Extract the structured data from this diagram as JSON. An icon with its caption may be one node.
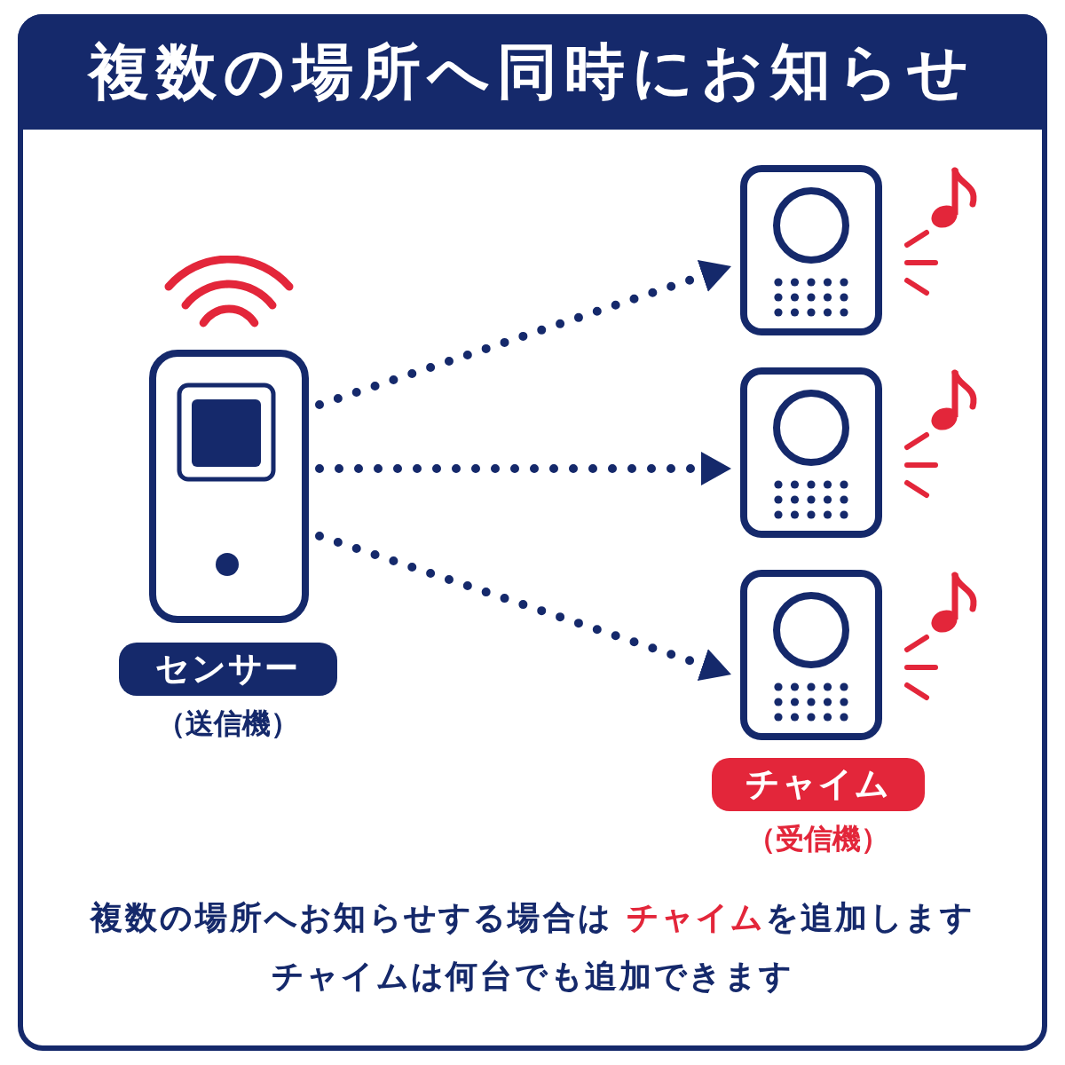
{
  "diagram": {
    "title": "複数の場所へ同時にお知らせ",
    "nodes": [
      {
        "text": [],
        "shape": "picture"
      },
      {
        "text": [
          "センサー"
        ],
        "beside": [
          "（送信機）"
        ]
      },
      {
        "text": [],
        "shape": "picture"
      },
      {
        "text": [],
        "shape": "picture"
      },
      {
        "text": [],
        "shape": "picture"
      },
      {
        "text": [
          "チャイム"
        ],
        "beside": [
          "（受信機）"
        ]
      }
    ],
    "edges": [
      {
        "from": 0,
        "to": 2,
        "arrow": "to",
        "style": "dashed"
      },
      {
        "from": 0,
        "to": 3,
        "arrow": "to",
        "style": "dashed"
      },
      {
        "from": 0,
        "to": 4,
        "arrow": "to",
        "style": "dashed"
      }
    ],
    "labels": [
      "複数の場所へお知らせする場合は **チャイム**を追加します",
      "チャイムは何台でも追加できます"
    ]
  }
}
